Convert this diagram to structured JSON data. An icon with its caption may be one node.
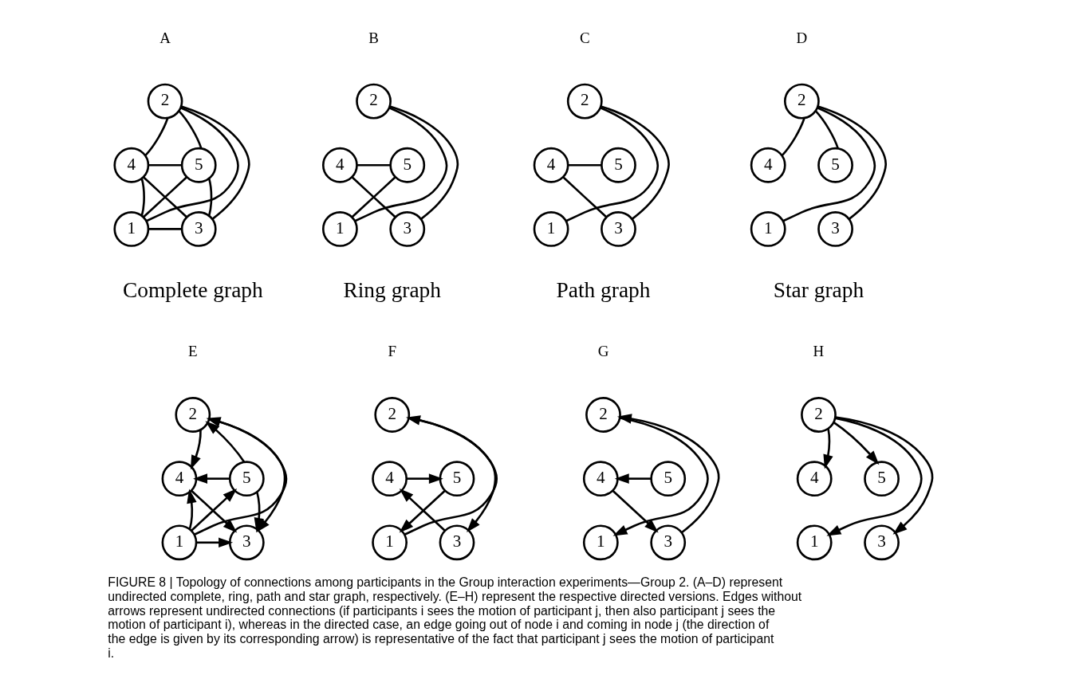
{
  "diagram": {
    "caption": "FIGURE 8 | Topology of connections among participants in the Group interaction experiments—Group 2. (A–D) represent undirected complete, ring, path and star graph, respectively. (E–H) represent the respective directed versions. Edges without arrows represent undirected connections (if participants i sees the motion of participant j, then also participant j sees the motion of participant i), whereas in the directed case, an edge going out of node i and coming in node j (the direction of the edge is given by its corresponding arrow) is representative of the fact that participant j sees the motion of participant i.",
    "nodes": [
      {
        "text": [
          "2"
        ]
      },
      {
        "text": [
          "4"
        ]
      },
      {
        "text": [
          "5"
        ]
      },
      {
        "text": [
          "1"
        ]
      },
      {
        "text": [
          "3"
        ]
      },
      {
        "text": [
          "2"
        ]
      },
      {
        "text": [
          "4"
        ]
      },
      {
        "text": [
          "5"
        ]
      },
      {
        "text": [
          "1"
        ]
      },
      {
        "text": [
          "3"
        ]
      },
      {
        "text": [
          "2"
        ]
      },
      {
        "text": [
          "4"
        ]
      },
      {
        "text": [
          "5"
        ]
      },
      {
        "text": [
          "1"
        ]
      },
      {
        "text": [
          "3"
        ]
      },
      {
        "text": [
          "2"
        ]
      },
      {
        "text": [
          "4"
        ]
      },
      {
        "text": [
          "5"
        ]
      },
      {
        "text": [
          "1"
        ]
      },
      {
        "text": [
          "3"
        ]
      },
      {
        "text": [
          "2"
        ]
      },
      {
        "text": [
          "4"
        ]
      },
      {
        "text": [
          "5"
        ]
      },
      {
        "text": [
          "1"
        ]
      },
      {
        "text": [
          "3"
        ]
      },
      {
        "text": [
          "2"
        ]
      },
      {
        "text": [
          "4"
        ]
      },
      {
        "text": [
          "5"
        ]
      },
      {
        "text": [
          "1"
        ]
      },
      {
        "text": [
          "3"
        ]
      },
      {
        "text": [
          "2"
        ]
      },
      {
        "text": [
          "4"
        ]
      },
      {
        "text": [
          "5"
        ]
      },
      {
        "text": [
          "1"
        ]
      },
      {
        "text": [
          "3"
        ]
      },
      {
        "text": [
          "2"
        ]
      },
      {
        "text": [
          "4"
        ]
      },
      {
        "text": [
          "5"
        ]
      },
      {
        "text": [
          "1"
        ]
      },
      {
        "text": [
          "3"
        ]
      }
    ],
    "edges": [
      {
        "from": 0,
        "to": 1,
        "arrow": "none"
      },
      {
        "from": 0,
        "to": 2,
        "arrow": "none"
      },
      {
        "from": 0,
        "to": 3,
        "arrow": "none"
      },
      {
        "from": 0,
        "to": 4,
        "arrow": "none"
      },
      {
        "from": 1,
        "to": 2,
        "arrow": "none"
      },
      {
        "from": 1,
        "to": 3,
        "arrow": "none"
      },
      {
        "from": 1,
        "to": 4,
        "arrow": "none"
      },
      {
        "from": 2,
        "to": 3,
        "arrow": "none"
      },
      {
        "from": 2,
        "to": 4,
        "arrow": "none"
      },
      {
        "from": 3,
        "to": 4,
        "arrow": "none"
      },
      {
        "from": 5,
        "to": 8,
        "arrow": "none"
      },
      {
        "from": 5,
        "to": 9,
        "arrow": "none"
      },
      {
        "from": 6,
        "to": 7,
        "arrow": "none"
      },
      {
        "from": 6,
        "to": 9,
        "arrow": "none"
      },
      {
        "from": 7,
        "to": 8,
        "arrow": "none"
      },
      {
        "from": 10,
        "to": 13,
        "arrow": "none"
      },
      {
        "from": 10,
        "to": 14,
        "arrow": "none"
      },
      {
        "from": 11,
        "to": 12,
        "arrow": "none"
      },
      {
        "from": 11,
        "to": 14,
        "arrow": "none"
      },
      {
        "from": 15,
        "to": 16,
        "arrow": "none"
      },
      {
        "from": 15,
        "to": 18,
        "arrow": "none"
      },
      {
        "from": 15,
        "to": 19,
        "arrow": "none"
      },
      {
        "from": 15,
        "to": 17,
        "arrow": "none"
      },
      {
        "from": 20,
        "to": 21,
        "arrow": "to"
      },
      {
        "from": 23,
        "to": 20,
        "arrow": "to"
      },
      {
        "from": 20,
        "to": 24,
        "arrow": "to"
      },
      {
        "from": 22,
        "to": 20,
        "arrow": "to"
      },
      {
        "from": 22,
        "to": 21,
        "arrow": "to"
      },
      {
        "from": 23,
        "to": 21,
        "arrow": "to"
      },
      {
        "from": 21,
        "to": 24,
        "arrow": "to"
      },
      {
        "from": 23,
        "to": 22,
        "arrow": "to"
      },
      {
        "from": 22,
        "to": 24,
        "arrow": "to"
      },
      {
        "from": 23,
        "to": 24,
        "arrow": "to"
      },
      {
        "from": 28,
        "to": 25,
        "arrow": "to"
      },
      {
        "from": 25,
        "to": 29,
        "arrow": "to"
      },
      {
        "from": 26,
        "to": 27,
        "arrow": "to"
      },
      {
        "from": 29,
        "to": 26,
        "arrow": "to"
      },
      {
        "from": 27,
        "to": 28,
        "arrow": "to"
      },
      {
        "from": 30,
        "to": 33,
        "arrow": "to"
      },
      {
        "from": 34,
        "to": 30,
        "arrow": "to"
      },
      {
        "from": 32,
        "to": 31,
        "arrow": "to"
      },
      {
        "from": 31,
        "to": 34,
        "arrow": "to"
      },
      {
        "from": 35,
        "to": 36,
        "arrow": "to"
      },
      {
        "from": 35,
        "to": 38,
        "arrow": "to"
      },
      {
        "from": 35,
        "to": 39,
        "arrow": "to"
      },
      {
        "from": 35,
        "to": 37,
        "arrow": "to"
      }
    ],
    "labels": [
      "A",
      "B",
      "C",
      "D",
      "Complete graph",
      "Ring graph",
      "Path graph",
      "Star graph",
      "E",
      "F",
      "G",
      "H"
    ]
  }
}
